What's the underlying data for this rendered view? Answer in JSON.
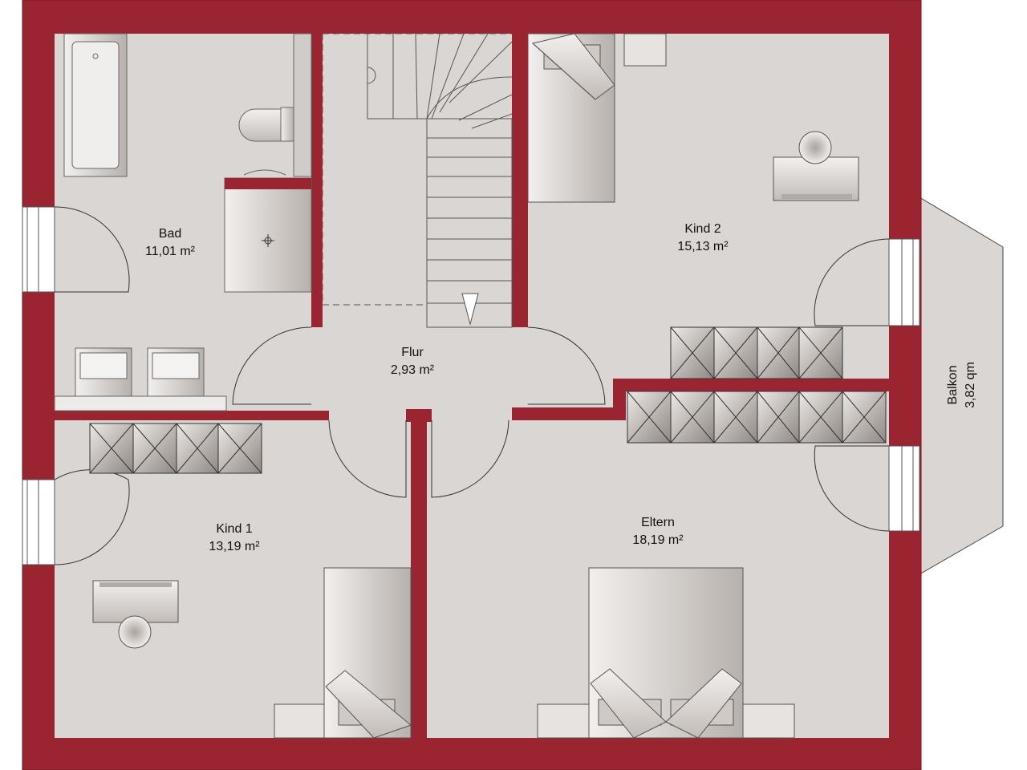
{
  "colors": {
    "wall": "#9a2530",
    "floor": "#d9d6d3",
    "furniture": "#dcd8d5",
    "line": "#444444"
  },
  "rooms": {
    "bad": {
      "name": "Bad",
      "area": "11,01 m²"
    },
    "kind2": {
      "name": "Kind 2",
      "area": "15,13 m²"
    },
    "flur": {
      "name": "Flur",
      "area": "2,93 m²"
    },
    "kind1": {
      "name": "Kind 1",
      "area": "13,19 m²"
    },
    "eltern": {
      "name": "Eltern",
      "area": "18,19 m²"
    },
    "balkon": {
      "name": "Balkon",
      "area": "3,82 qm"
    }
  }
}
